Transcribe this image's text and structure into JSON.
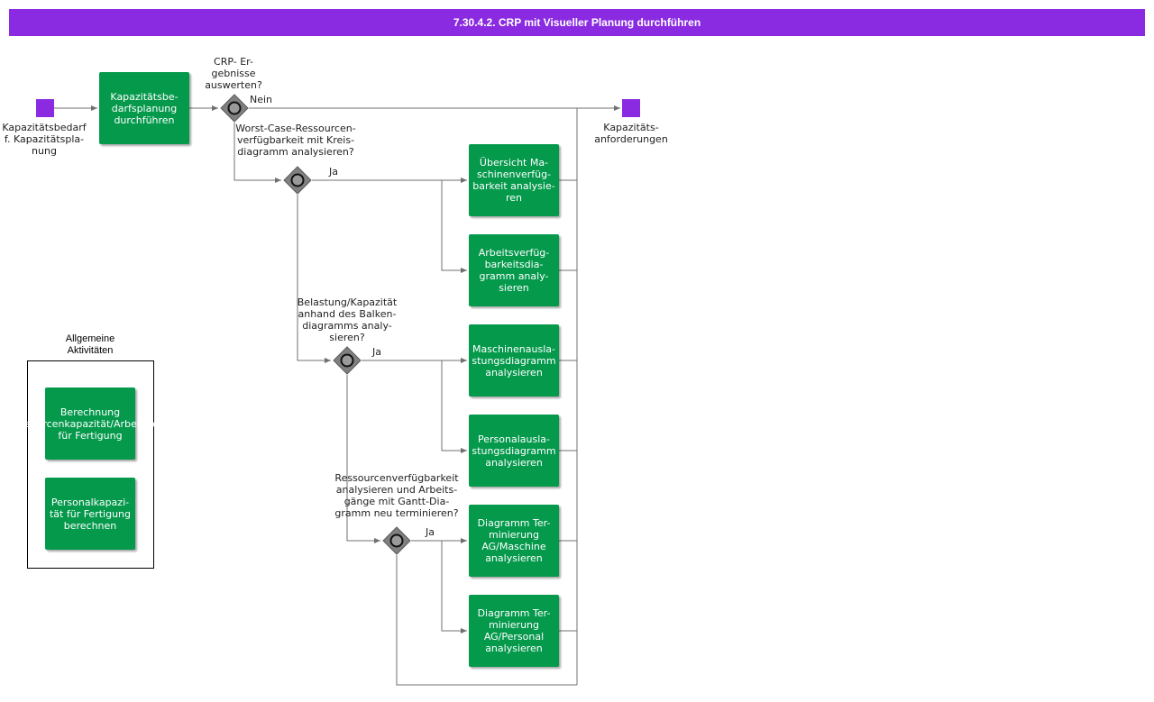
{
  "title": "7.30.4.2. CRP mit Visueller Planung durchführen",
  "colors": {
    "banner": "#8a2be2",
    "task": "#05994c",
    "event": "#8a2be2",
    "gateway": "#808080",
    "line": "#707070"
  },
  "start_event_label": "Kapazitätsbedarf\nf. Kapazitätspla-\nnung",
  "end_event_label": "Kapazitäts-\nanforderungen",
  "tasks": {
    "t1": "Kapazitätsbe-\ndarfsplanung\ndurchführen",
    "t2": "Übersicht Ma-\nschinenverfüg-\nbarkeit analysie-\nren",
    "t3": "Arbeitsverfüg-\nbarkeitsdia-\ngramm analy-\nsieren",
    "t4": "Maschinenausla-\nstungsdiagramm\nanalysieren",
    "t5": "Personalausla-\nstungsdiagramm\nanalysieren",
    "t6": "Diagramm Ter-\nminierung\nAG/Maschine\nanalysieren",
    "t7": "Diagramm Ter-\nminierung\nAG/Personal\nanalysieren"
  },
  "gateways": {
    "g1": "CRP- Er-\ngebnisse\nauswerten?",
    "g2": "Worst-Case-Ressourcen-\nverfügbarkeit mit Kreis-\ndiagramm analysieren?",
    "g3": "Belastung/Kapazität\nanhand des Balken-\ndiagramms analy-\nsieren?",
    "g4": "Ressourcenverfügbarkeit\nanalysieren und Arbeits-\ngänge mit Gantt-Dia-\ngramm neu terminieren?"
  },
  "flow_labels": {
    "nein": "Nein",
    "ja1": "Ja",
    "ja2": "Ja",
    "ja3": "Ja"
  },
  "legend": {
    "title": "Allgemeine\nAktivitäten",
    "items": [
      "Berechnung\nRessourcenkapazität/Arbeitsplatz\nfür Fertigung",
      "Personalkapazi-\ntät für Fertigung\nberechnen"
    ]
  }
}
